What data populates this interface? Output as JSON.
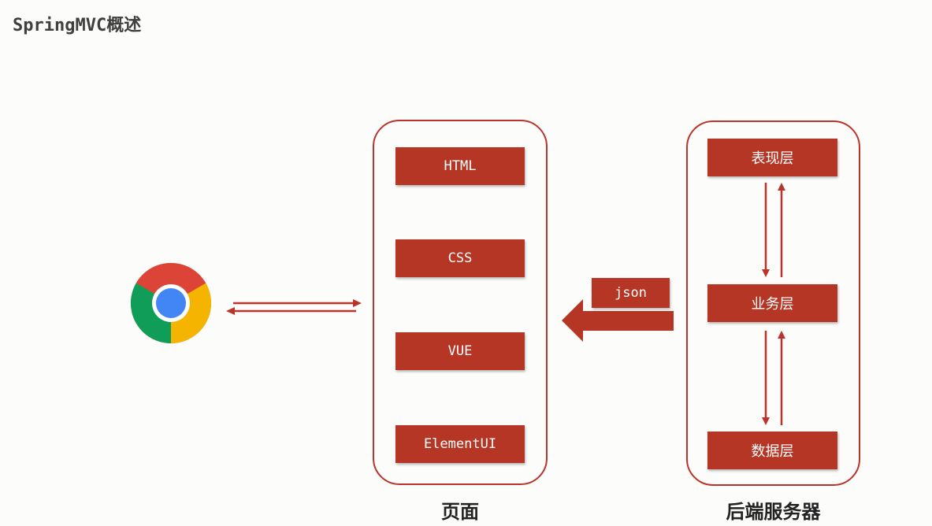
{
  "title": "SpringMVC概述",
  "browser": {
    "icon": "chrome-icon"
  },
  "page_group": {
    "label": "页面",
    "items": [
      "HTML",
      "CSS",
      "VUE",
      "ElementUI"
    ]
  },
  "server_group": {
    "label": "后端服务器",
    "items": [
      "表现层",
      "业务层",
      "数据层"
    ]
  },
  "transfer": {
    "label": "json"
  },
  "colors": {
    "accent": "#b63625",
    "border": "#b9342a",
    "chrome_red": "#db4437",
    "chrome_green": "#0f9d58",
    "chrome_yellow": "#f4b400",
    "chrome_blue": "#4285f4"
  }
}
